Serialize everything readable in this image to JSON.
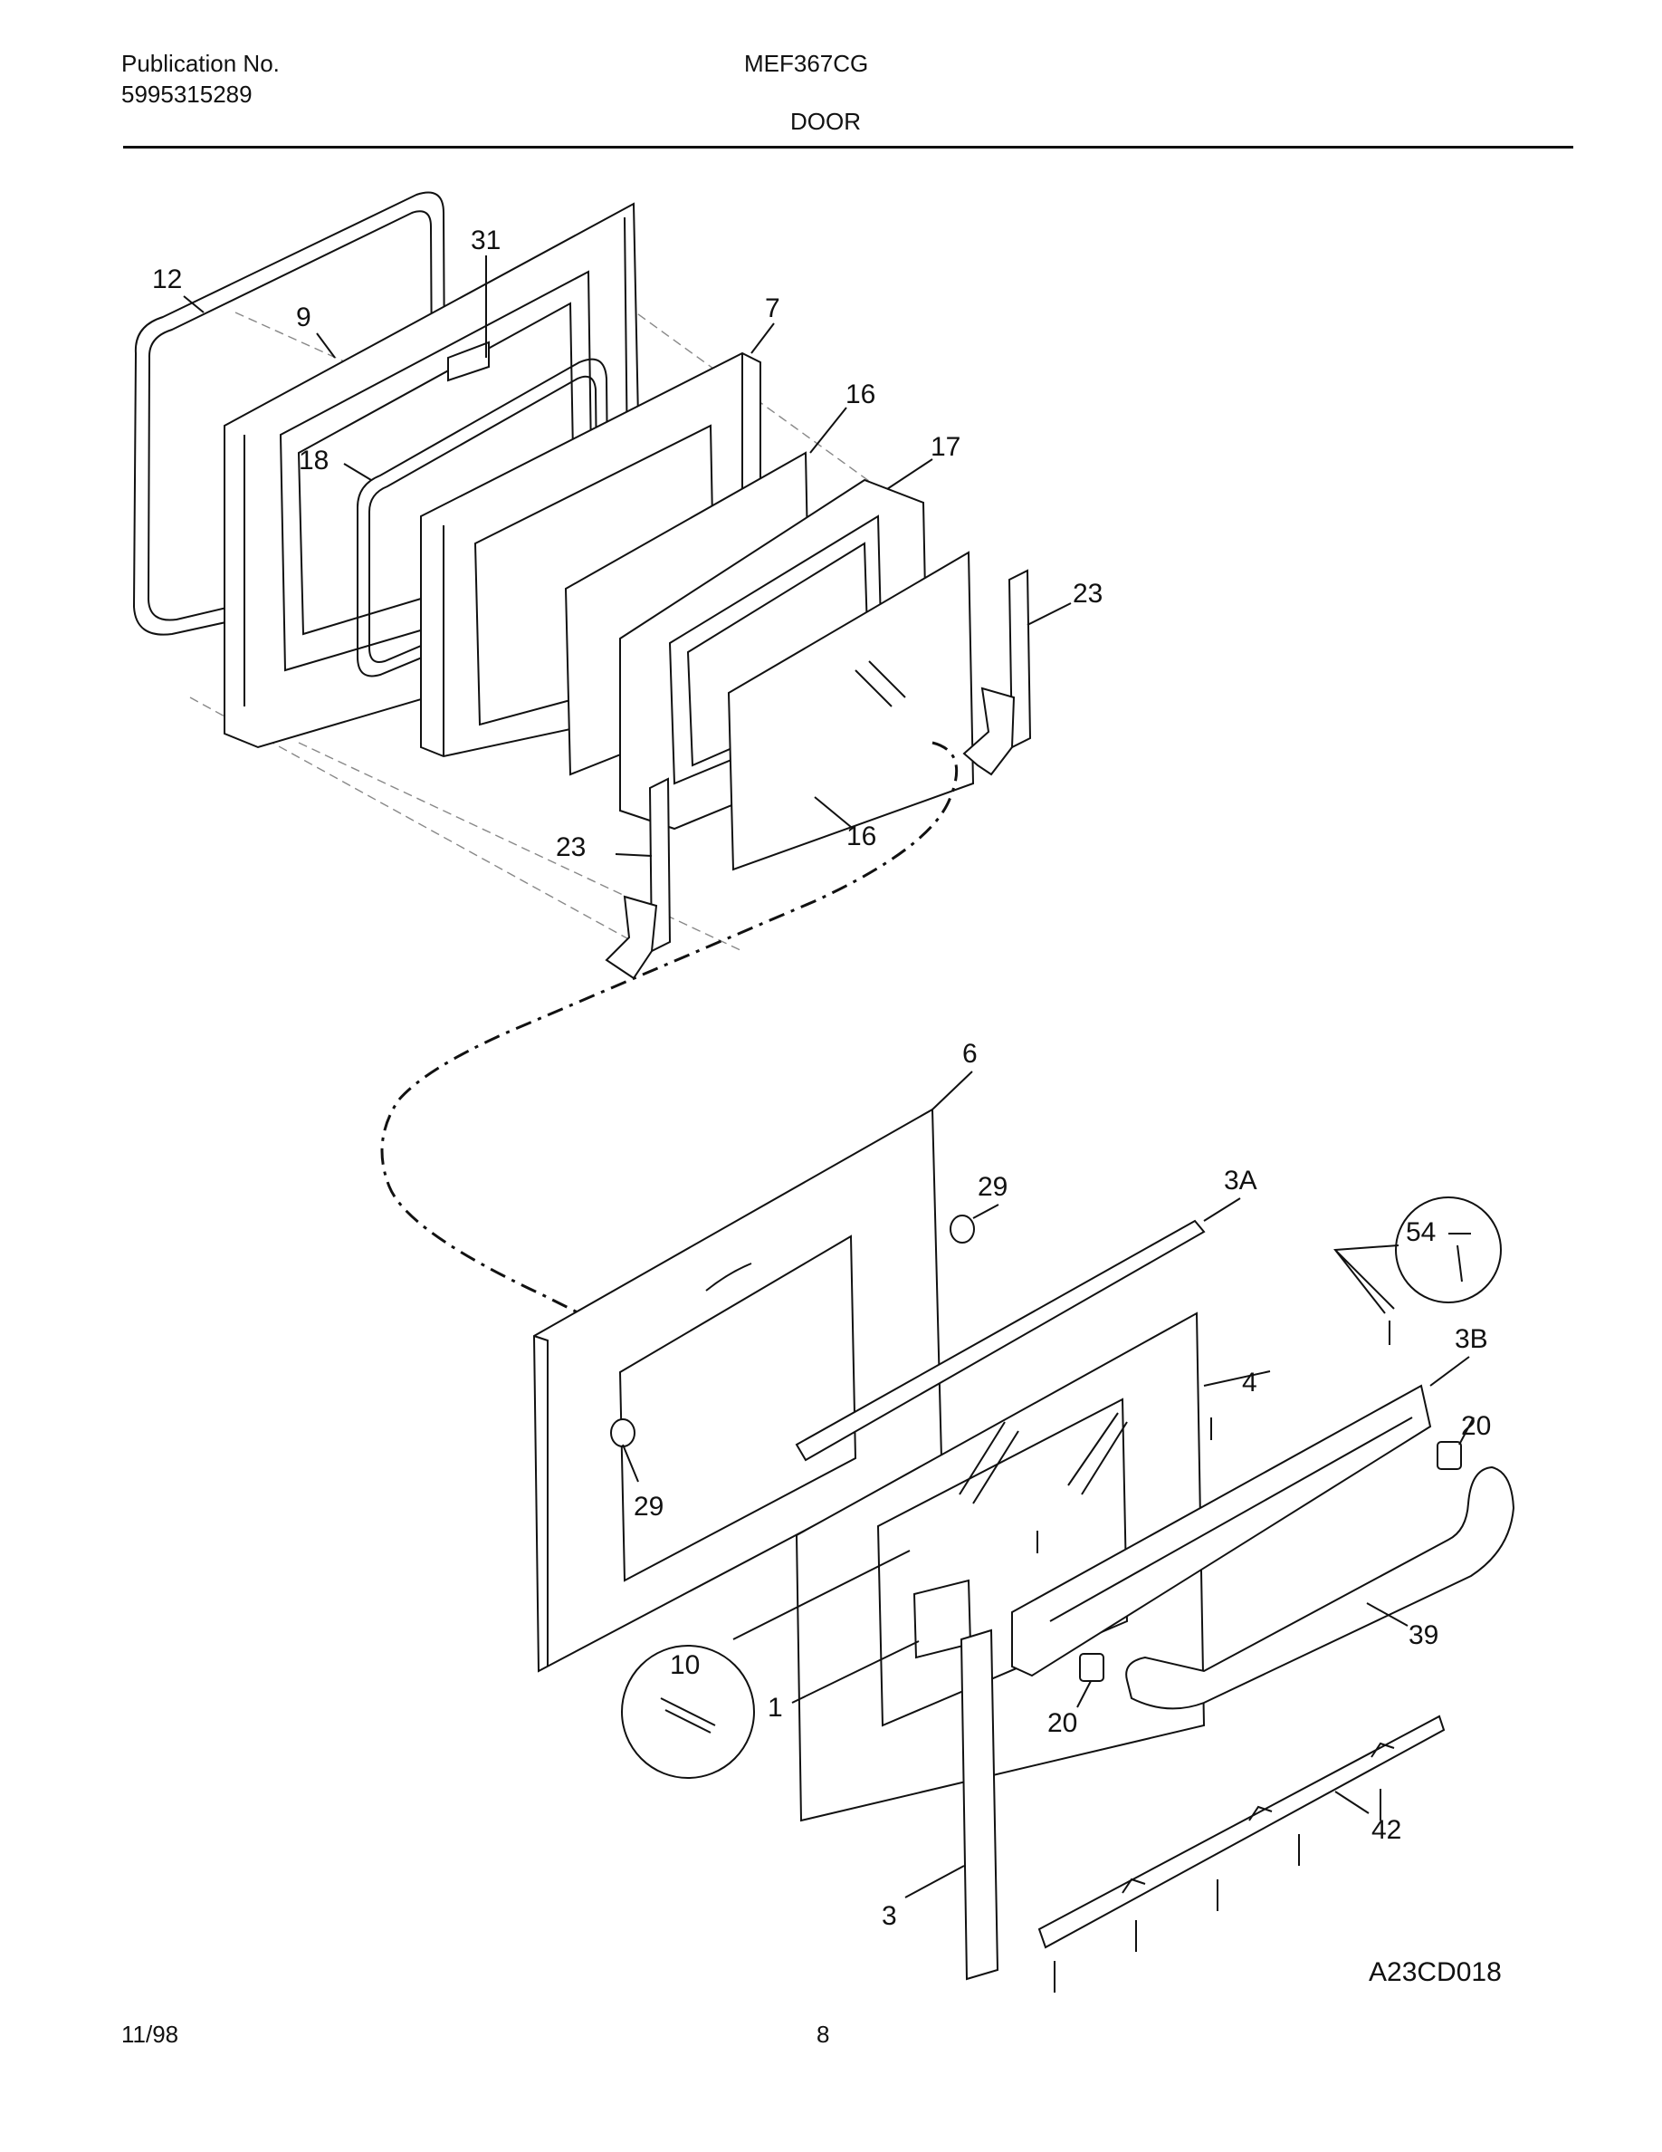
{
  "header": {
    "publication_label": "Publication No.",
    "publication_number": "5995315289",
    "model": "MEF367CG",
    "section": "DOOR"
  },
  "diagram": {
    "callouts": {
      "c12": "12",
      "c9": "9",
      "c31": "31",
      "c7": "7",
      "c16a": "16",
      "c17": "17",
      "c18": "18",
      "c23a": "23",
      "c23b": "23",
      "c16b": "16",
      "c6": "6",
      "c29a": "29",
      "c3A": "3A",
      "c54": "54",
      "c3B": "3B",
      "c4": "4",
      "c20a": "20",
      "c29b": "29",
      "c10": "10",
      "c39": "39",
      "c1": "1",
      "c20b": "20",
      "c42": "42",
      "c3": "3"
    },
    "figure_code": "A23CD018"
  },
  "footer": {
    "date": "11/98",
    "page": "8"
  }
}
